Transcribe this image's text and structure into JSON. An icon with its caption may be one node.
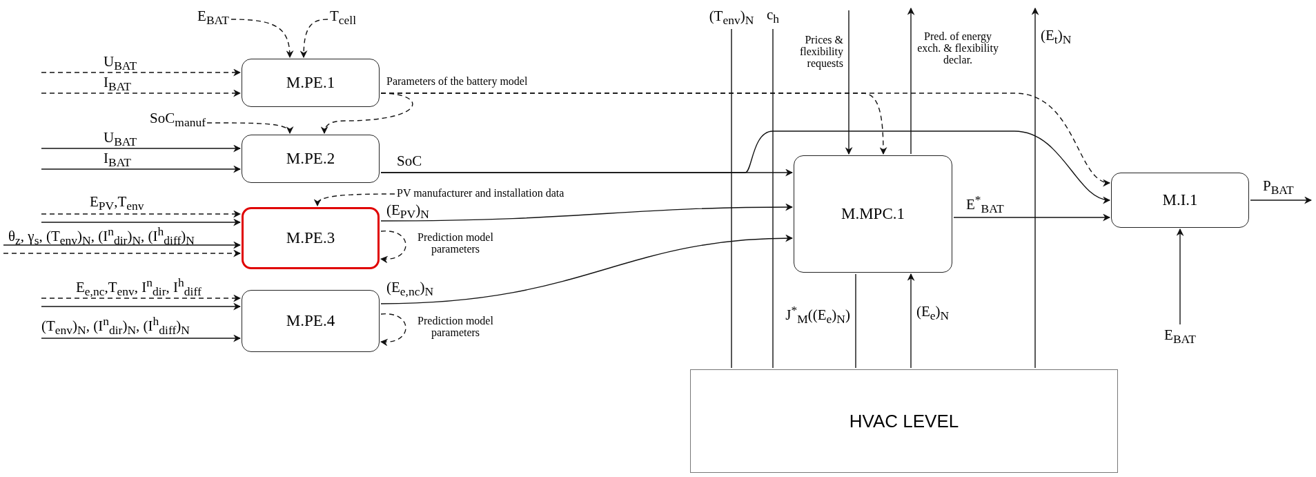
{
  "diagram": {
    "nodes": [
      {
        "text": [
          "M.PE.1"
        ]
      },
      {
        "text": [
          "M.PE.2"
        ]
      },
      {
        "text": [
          "M.PE.3"
        ]
      },
      {
        "text": [
          "M.PE.4"
        ]
      },
      {
        "text": [
          "M.MPC.1"
        ]
      },
      {
        "text": [
          "M.I.1"
        ]
      },
      {
        "text": [
          "HVAC LEVEL"
        ]
      }
    ],
    "edges": [
      {
        "from": null,
        "to": 0,
        "arrow": "to",
        "label": "E$_{BAT}$",
        "style": "dashed"
      },
      {
        "from": null,
        "to": 0,
        "arrow": "to",
        "label": "T$_{cell}$",
        "style": "dashed"
      },
      {
        "from": null,
        "to": 0,
        "arrow": "to",
        "label": "U$_{BAT}$",
        "style": "dashed"
      },
      {
        "from": null,
        "to": 0,
        "arrow": "to",
        "label": "I$_{BAT}$",
        "style": "dashed"
      },
      {
        "from": 0,
        "to": 1,
        "arrow": "to",
        "label": "Parameters of the battery model",
        "style": "dashed"
      },
      {
        "from": 0,
        "to": 4,
        "arrow": "to",
        "style": "dashed"
      },
      {
        "from": 0,
        "to": 5,
        "arrow": "to",
        "style": "dashed"
      },
      {
        "from": null,
        "to": 1,
        "arrow": "to",
        "label": "SoC$_{manuf}$",
        "style": "dashed"
      },
      {
        "from": null,
        "to": 1,
        "arrow": "to",
        "label": "U$_{BAT}$"
      },
      {
        "from": null,
        "to": 1,
        "arrow": "to",
        "label": "I$_{BAT}$"
      },
      {
        "from": 1,
        "to": 4,
        "arrow": "to",
        "label": "SoC"
      },
      {
        "from": 1,
        "to": 5,
        "arrow": "to"
      },
      {
        "from": null,
        "to": 2,
        "arrow": "to",
        "label": "PV manufacturer and installation data",
        "style": "dashed"
      },
      {
        "from": null,
        "to": 2,
        "arrow": "to",
        "label": "E$_{PV}$,T$_{env}$",
        "style": "dashed"
      },
      {
        "from": null,
        "to": 2,
        "arrow": "to"
      },
      {
        "from": null,
        "to": 2,
        "arrow": "to",
        "label": "θ$_{z}$, γ$_{s}$, (T$_{env}$)$_{N}$, (I$^{n}$$_{dir}$)$_{N}$, (I$^{h}$$_{diff}$)$_{N}$"
      },
      {
        "from": null,
        "to": 2,
        "arrow": "to",
        "style": "dashed"
      },
      {
        "from": 2,
        "to": 2,
        "arrow": "to",
        "label": "Prediction model parameters",
        "style": "dashed"
      },
      {
        "from": 2,
        "to": 4,
        "arrow": "to",
        "label": "(E$_{PV}$)$_{N}$"
      },
      {
        "from": null,
        "to": 3,
        "arrow": "to",
        "label": "E$_{e,nc}$,T$_{env}$, I$^{n}$$_{dir}$, I$^{h}$$_{diff}$",
        "style": "dashed"
      },
      {
        "from": null,
        "to": 3,
        "arrow": "to"
      },
      {
        "from": null,
        "to": 3,
        "arrow": "to",
        "label": "(T$_{env}$)$_{N}$, (I$^{n}$$_{dir}$)$_{N}$, (I$^{h}$$_{diff}$)$_{N}$"
      },
      {
        "from": 3,
        "to": 3,
        "arrow": "to",
        "label": "Prediction model parameters",
        "style": "dashed"
      },
      {
        "from": 3,
        "to": 4,
        "arrow": "to",
        "label": "(E$_{e,nc}$)$_{N}$"
      },
      {
        "from": null,
        "to": 6,
        "arrow": "none",
        "label": "(T$_{env}$)$_{N}$"
      },
      {
        "from": null,
        "to": 6,
        "arrow": "none",
        "label": "c$_{h}$"
      },
      {
        "from": null,
        "to": 4,
        "arrow": "to",
        "label": "Prices & flexibility requests"
      },
      {
        "from": 4,
        "to": null,
        "arrow": "to",
        "label": "Pred. of energy exch. & flexibility declar."
      },
      {
        "from": 6,
        "to": null,
        "arrow": "to",
        "label": "(E$_{t}$)$_{N}$"
      },
      {
        "from": 4,
        "to": 5,
        "arrow": "to",
        "label": "E$^{*}$$_{BAT}$"
      },
      {
        "from": 4,
        "to": 6,
        "arrow": "none",
        "label": "J$^{*}$$_{M}$((E$_{e}$)$_{N}$)"
      },
      {
        "from": 6,
        "to": 4,
        "arrow": "to",
        "label": "(E$_{e}$)$_{N}$"
      },
      {
        "from": null,
        "to": 5,
        "arrow": "to",
        "label": "E$_{BAT}$"
      },
      {
        "from": 5,
        "to": null,
        "arrow": "to",
        "label": "P$_{BAT}$"
      }
    ]
  }
}
